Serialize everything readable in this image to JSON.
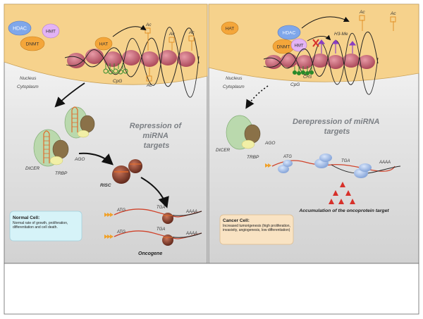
{
  "left_panel": {
    "enzymes": {
      "hdac": "HDAC",
      "hmt": "HMT",
      "dnmt": "DNMT",
      "hat": "HAT"
    },
    "marks": {
      "acetyl": "Ac",
      "cpg": "CpG"
    },
    "compartments": {
      "nucleus": "Nucleus",
      "cytoplasm": "Cytoplasm"
    },
    "proteins": {
      "dicer": "DICER",
      "ago": "AGO",
      "trbp": "TRBP",
      "risc": "RISC"
    },
    "title_line1": "Repression of",
    "title_line2": "miRNA",
    "title_line3": "targets",
    "mrna": {
      "start_codon": "ATG",
      "stop_codon": "TGA",
      "poly_a": "AAAA"
    },
    "oncogene_label": "Oncogene",
    "info_box": {
      "title": "Normal Cell:",
      "body": "Normal rate of growth, proliferation, differentiation and cell death."
    }
  },
  "right_panel": {
    "enzymes": {
      "hat": "HAT",
      "hdac": "HDAC",
      "dnmt": "DNMT",
      "hmt": "HMT"
    },
    "marks": {
      "acetyl": "Ac",
      "methyl": "H3-Me",
      "ch3": "CH3",
      "cpg": "CpG"
    },
    "compartments": {
      "nucleus": "Nucleus",
      "cytoplasm": "Cytoplasm"
    },
    "proteins": {
      "dicer": "DICER",
      "ago": "AGO",
      "trbp": "TRBP"
    },
    "title_line1": "Derepression of miRNA",
    "title_line2": "targets",
    "mrna": {
      "start_codon": "ATG",
      "stop_codon": "TGA",
      "poly_a": "AAAA"
    },
    "accumulation_label": "Accumulation of the oncoprotein target",
    "info_box": {
      "title": "Cancer Cell:",
      "body": "Increased tumorigenesis (high proliferation, invasivity, angiogenesis, low differentiation)"
    }
  },
  "colors": {
    "nucleus": "#f6d28c",
    "nucleosome": "#c05a6a",
    "normal_box": "#d6f3f8",
    "cancer_box": "#f9e3c3",
    "mrna_stroke": "#d0442c",
    "oncoprotein": "#d7302a"
  }
}
